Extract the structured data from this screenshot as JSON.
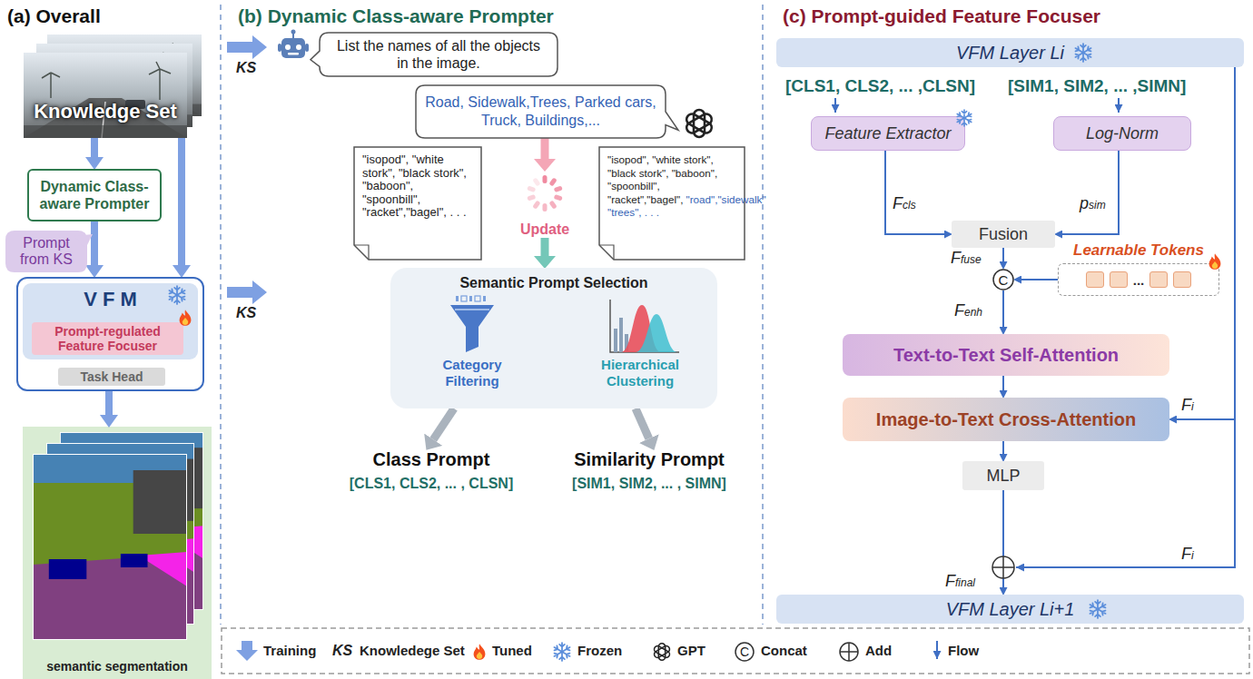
{
  "diagram": {
    "nodes": [
      {
        "text": [
          "Knowledge Set"
        ]
      },
      {
        "text": [
          "Dynamic Class-aware Prompter"
        ]
      },
      {
        "text": [
          "Prompt from KS"
        ]
      },
      {
        "text": [
          "V F M"
        ]
      },
      {
        "text": [
          "Prompt-regulated Feature Focuser"
        ],
        "in": 3
      },
      {
        "text": [
          "Task Head"
        ],
        "in": 3
      },
      {
        "text": [
          "semantic segmentation"
        ]
      },
      {
        "text": [
          "List the names of all the objects in the image."
        ]
      },
      {
        "text": [
          "Road, Sidewalk,Trees, Parked cars, Truck, Buildings,..."
        ]
      },
      {
        "text": [
          "\"isopod\", \"white stork\", \"black stork\", \"baboon\", \"spoonbill\", \"racket\",\"bagel\", . . ."
        ]
      },
      {
        "text": [
          "Update"
        ]
      },
      {
        "text": [
          "\"isopod\", \"white stork\", \"black stork\", \"baboon\", \"spoonbill\", \"racket\",\"bagel\",",
          "\"road\",\"sidewalk\" \"trees\", . . ."
        ]
      },
      {
        "text": [
          "Semantic Prompt Selection"
        ]
      },
      {
        "text": [
          "Category Filtering"
        ],
        "in": 12
      },
      {
        "text": [
          "Hierarchical Clustering"
        ],
        "in": 12
      },
      {
        "text": [
          "Class Prompt",
          "[CLS1, CLS2, ... , CLSN]"
        ]
      },
      {
        "text": [
          "Similarity Prompt",
          "[SIM1, SIM2, ... , SIMN]"
        ]
      },
      {
        "text": [
          "VFM Layer Li"
        ]
      },
      {
        "text": [
          "Feature Extractor"
        ]
      },
      {
        "text": [
          "Log-Norm"
        ]
      },
      {
        "text": [
          "Fusion"
        ]
      },
      {
        "text": [
          "C"
        ]
      },
      {
        "text": [
          "Learnable Tokens",
          "..."
        ]
      },
      {
        "text": [
          "Text-to-Text Self-Attention"
        ]
      },
      {
        "text": [
          "Image-to-Text Cross-Attention"
        ]
      },
      {
        "text": [
          "MLP"
        ]
      },
      {
        "text": [
          "VFM Layer Li+1"
        ]
      }
    ],
    "edges": [
      {
        "from": 0,
        "to": 1,
        "arrow": "to"
      },
      {
        "from": 1,
        "to": 3,
        "arrow": "to"
      },
      {
        "from": 0,
        "to": 3,
        "arrow": "to"
      },
      {
        "from": 4,
        "to": 5,
        "arrow": "to"
      },
      {
        "from": 3,
        "to": 6,
        "arrow": "to"
      },
      {
        "from": 8,
        "to": 10,
        "arrow": "to"
      },
      {
        "from": 10,
        "to": 12,
        "arrow": "to"
      },
      {
        "from": 12,
        "to": 15,
        "arrow": "to"
      },
      {
        "from": 12,
        "to": 16,
        "arrow": "to"
      },
      {
        "from": 17,
        "to": 24,
        "label": "Fi",
        "arrow": "to"
      },
      {
        "from": 18,
        "to": 20,
        "label": "Fcls",
        "arrow": "to"
      },
      {
        "from": 19,
        "to": 20,
        "label": "psim",
        "arrow": "to"
      },
      {
        "from": 20,
        "to": 21,
        "label": "Ffuse",
        "arrow": "to"
      },
      {
        "from": 22,
        "to": 21,
        "arrow": "to"
      },
      {
        "from": 21,
        "to": 23,
        "label": "Fenh",
        "arrow": "to"
      },
      {
        "from": 23,
        "to": 24,
        "arrow": "to"
      },
      {
        "from": 24,
        "to": 25,
        "arrow": "to"
      },
      {
        "from": 25,
        "to": 26,
        "label": "Ffinal",
        "arrow": "to"
      }
    ],
    "labels": [
      "(a) Overall",
      "(b) Dynamic Class-aware Prompter",
      "(c) Prompt-guided Feature Focuser",
      "KS",
      "KS",
      "[CLS1, CLS2, ... ,CLSN]",
      "[SIM1, SIM2, ... ,SIMN]",
      "Fi",
      "KS",
      "C"
    ],
    "legend": [
      {
        "text": "Training"
      },
      {
        "text": "Knowledege Set"
      },
      {
        "text": "Tuned"
      },
      {
        "text": "Frozen"
      },
      {
        "text": "GPT"
      },
      {
        "text": "Concat"
      },
      {
        "text": "Add"
      },
      {
        "text": "Flow"
      }
    ]
  }
}
